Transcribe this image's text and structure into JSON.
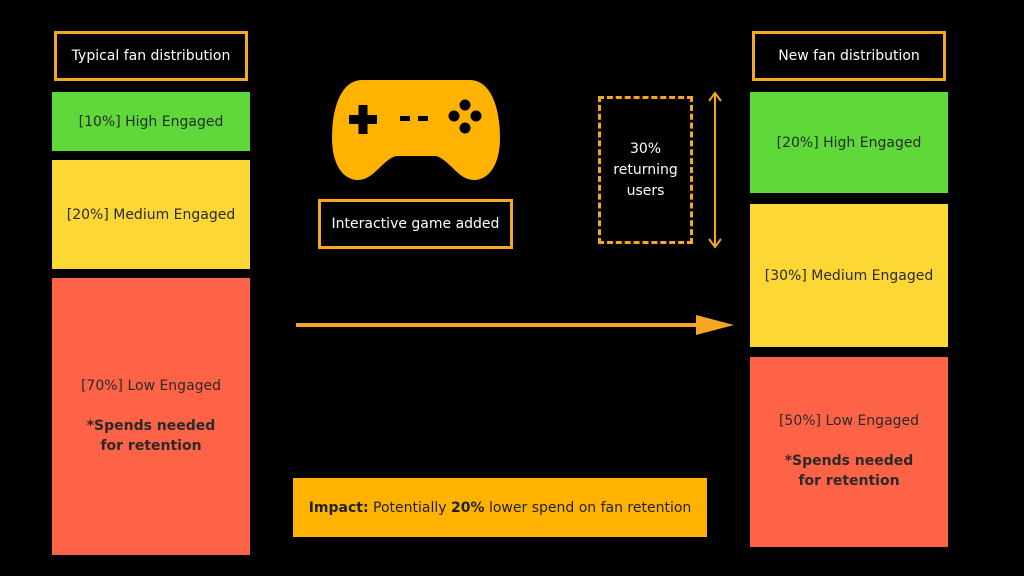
{
  "left": {
    "header": "Typical fan distribution",
    "high": "[10%] High Engaged",
    "medium": "[20%] Medium Engaged",
    "low": "[70%] Low Engaged",
    "low_note": "*Spends needed\nfor retention"
  },
  "right": {
    "header": "New fan distribution",
    "high": "[20%] High Engaged",
    "medium": "[30%] Medium Engaged",
    "low": "[50%] Low Engaged",
    "low_note": "*Spends needed\nfor retention"
  },
  "middle": {
    "game_icon": "gamepad-icon",
    "game_label": "Interactive game added",
    "returning": "30%\nreturning\nusers"
  },
  "impact": {
    "label": "Impact:",
    "text_before": "Potentially",
    "highlight": "20%",
    "text_after": "lower spend on fan retention"
  },
  "colors": {
    "accent": "#f5a623",
    "high": "#5fd93a",
    "medium": "#fdd835",
    "low": "#ff6347",
    "impact_bg": "#ffb300"
  }
}
